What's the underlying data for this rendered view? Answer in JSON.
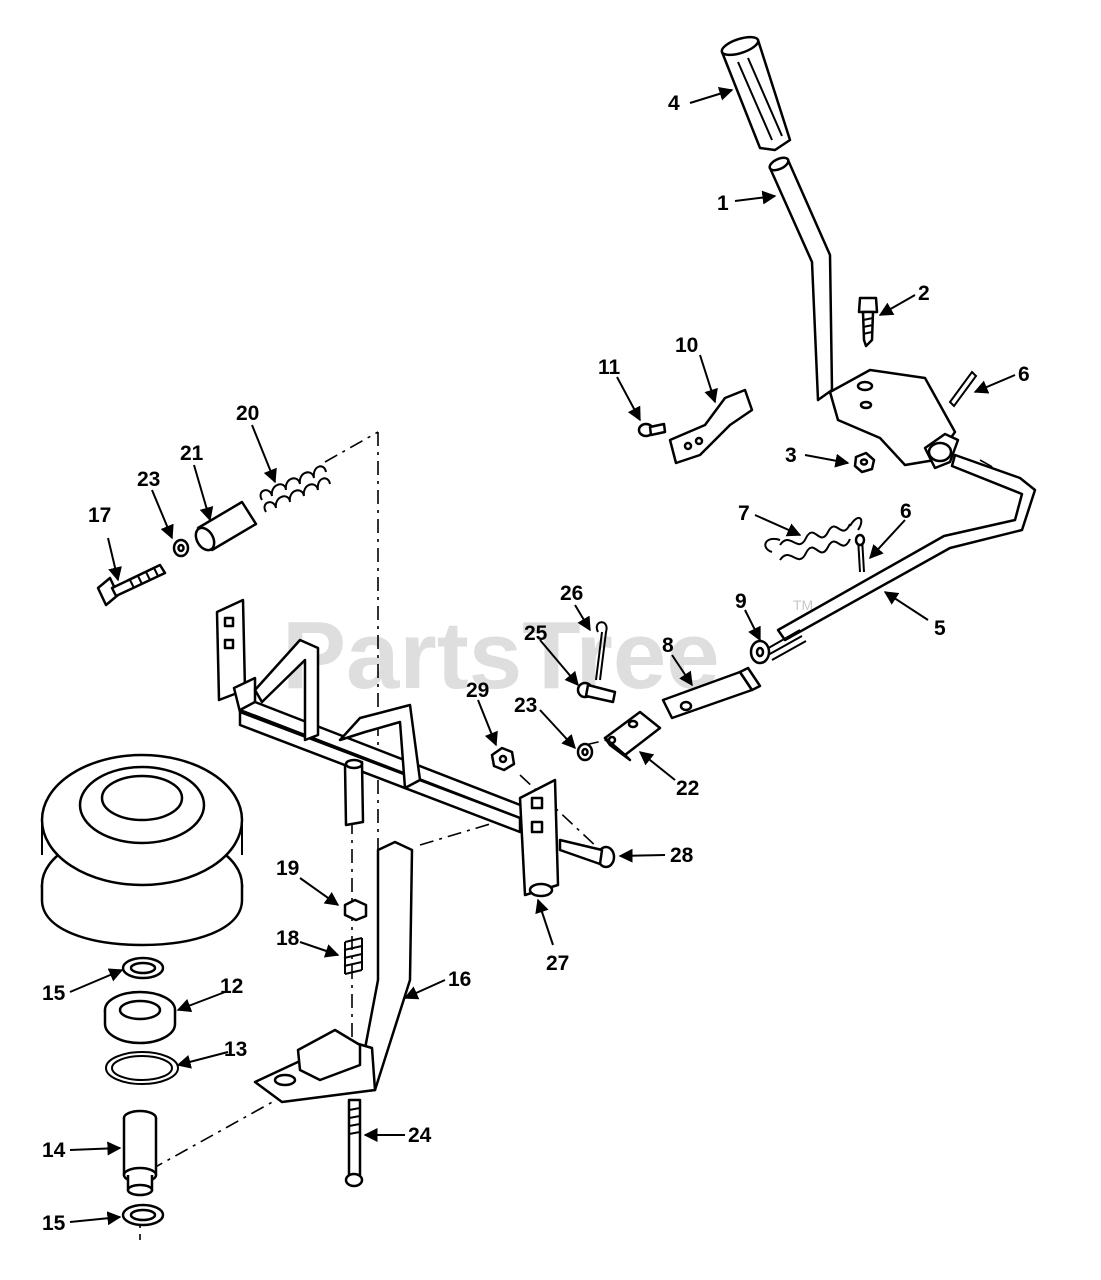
{
  "watermark": {
    "text": "PartsTree",
    "trademark": "TM"
  },
  "callouts": {
    "c1": "1",
    "c2": "2",
    "c3": "3",
    "c4": "4",
    "c5": "5",
    "c6a": "6",
    "c6b": "6",
    "c7": "7",
    "c8": "8",
    "c9": "9",
    "c10": "10",
    "c11": "11",
    "c12": "12",
    "c13": "13",
    "c14": "14",
    "c15a": "15",
    "c15b": "15",
    "c16": "16",
    "c17": "17",
    "c18": "18",
    "c19": "19",
    "c20": "20",
    "c21": "21",
    "c22": "22",
    "c23a": "23",
    "c23b": "23",
    "c24": "24",
    "c25": "25",
    "c26": "26",
    "c27": "27",
    "c28": "28",
    "c29": "29"
  }
}
